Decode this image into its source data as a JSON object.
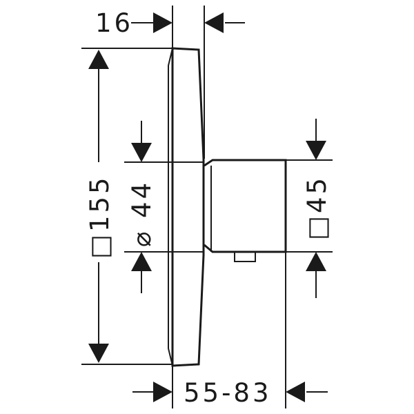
{
  "drawing": {
    "dimensions": {
      "top_offset": "16",
      "plate_height": "□155",
      "handle_diameter": "⌀ 44",
      "body_square": "□45",
      "depth_range": "55-83"
    },
    "colors": {
      "ink": "#1a1a1a",
      "background": "#ffffff"
    }
  }
}
